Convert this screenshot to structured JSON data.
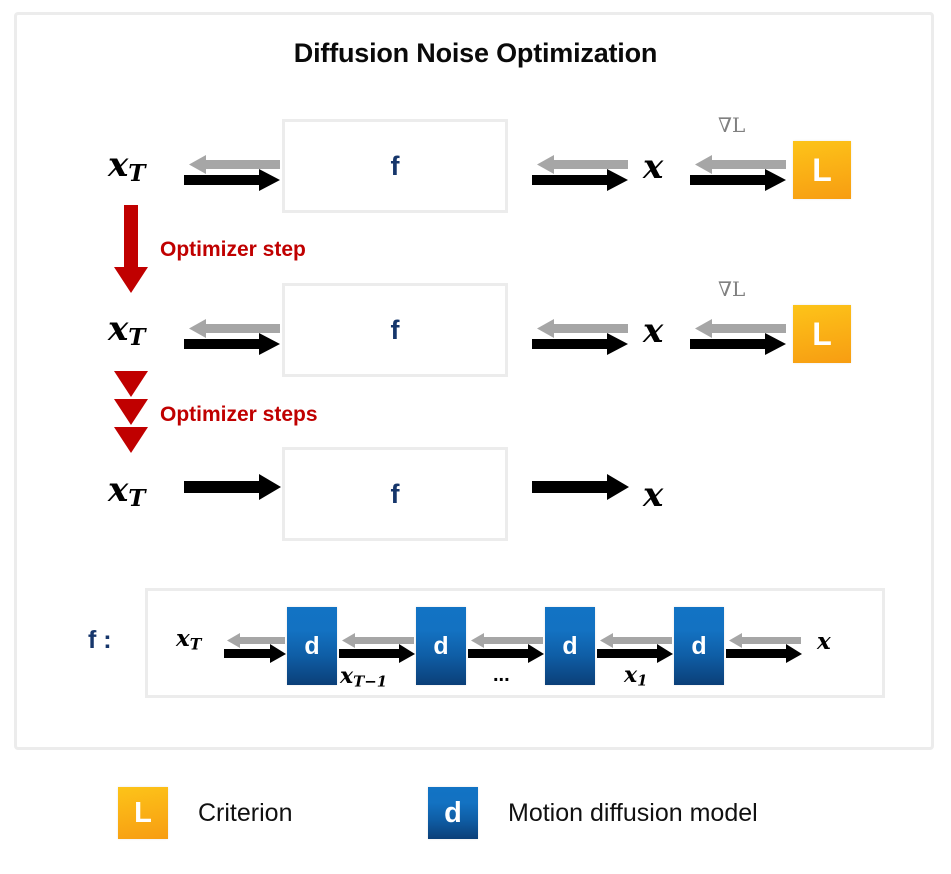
{
  "title": "Diffusion Noise Optimization",
  "colors": {
    "criterion_orange_top": "#fcc419",
    "criterion_orange_bottom": "#f79d12",
    "diffusion_blue_top": "#1273c4",
    "diffusion_blue_bottom": "#0b3f78",
    "optimizer_red": "#c00000",
    "f_label_navy": "#16366b",
    "forward_arrow": "#000000",
    "backward_arrow": "#a6a6a6",
    "frame_gray": "#ececec"
  },
  "rows": [
    {
      "id": "row-1",
      "noise_label": "x",
      "noise_sub": "T",
      "module_label": "f",
      "output_label": "x",
      "criterion_label": "L",
      "gradient_label": "∇L",
      "has_backward": true,
      "has_criterion": true
    },
    {
      "id": "row-2",
      "noise_label": "x",
      "noise_sub": "T",
      "module_label": "f",
      "output_label": "x",
      "criterion_label": "L",
      "gradient_label": "∇L",
      "has_backward": true,
      "has_criterion": true
    },
    {
      "id": "row-3",
      "noise_label": "x",
      "noise_sub": "T",
      "module_label": "f",
      "output_label": "x",
      "criterion_label": "",
      "gradient_label": "",
      "has_backward": false,
      "has_criterion": false
    }
  ],
  "optimizer": {
    "single_step_label": "Optimizer step",
    "multi_step_label": "Optimizer steps",
    "multi_step_chevron_count": 3
  },
  "f_expansion": {
    "panel_label": "f :",
    "input_label": "x",
    "input_sub": "T",
    "output_label": "x",
    "block_label": "d",
    "block_count": 4,
    "intermediate_labels": [
      {
        "text": "x",
        "sub": "T−1"
      },
      {
        "text": "...",
        "sub": ""
      },
      {
        "text": "x",
        "sub": "1"
      }
    ]
  },
  "legend": {
    "items": [
      {
        "glyph": "L",
        "label": "Criterion",
        "kind": "criterion"
      },
      {
        "glyph": "d",
        "label": "Motion diffusion model",
        "kind": "diffusion"
      }
    ]
  }
}
